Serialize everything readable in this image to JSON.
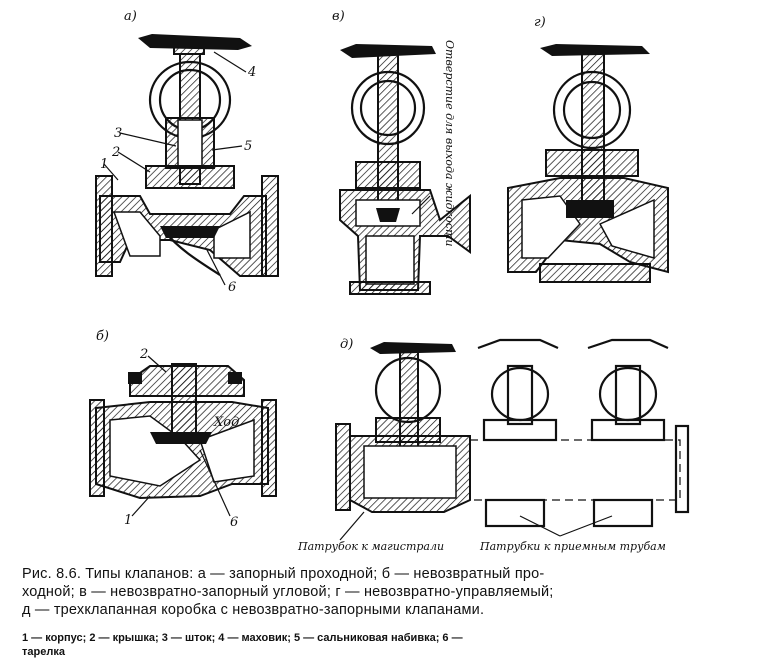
{
  "panels": {
    "a": "а)",
    "b": "б)",
    "v": "в)",
    "g": "г)",
    "d": "д)"
  },
  "callouts": {
    "n1": "1",
    "n2": "2",
    "n3": "3",
    "n4": "4",
    "n5": "5",
    "n6": "6",
    "b2": "2",
    "b1": "1",
    "b6": "6",
    "hod": "Ход"
  },
  "annotations": {
    "outlet_hole": "Отверстие для выхода жидкости",
    "main_pipe": "Патрубок к магистрали",
    "intake_pipes": "Патрубки к приемным трубам"
  },
  "caption": {
    "line1": "Рис. 8.6. Типы клапанов: а — запорный проходной; б — невозвратный про-",
    "line2": "ходной; в — невозвратно-запорный угловой; г — невозвратно-управляемый;",
    "line3": "д — трехклапанная коробка с невозвратно-запорными клапанами."
  },
  "legend": {
    "line1": "1 — корпус; 2 — крышка; 3 — шток; 4 — маховик; 5 — сальниковая набивка; 6 —",
    "line2": "тарелка"
  }
}
